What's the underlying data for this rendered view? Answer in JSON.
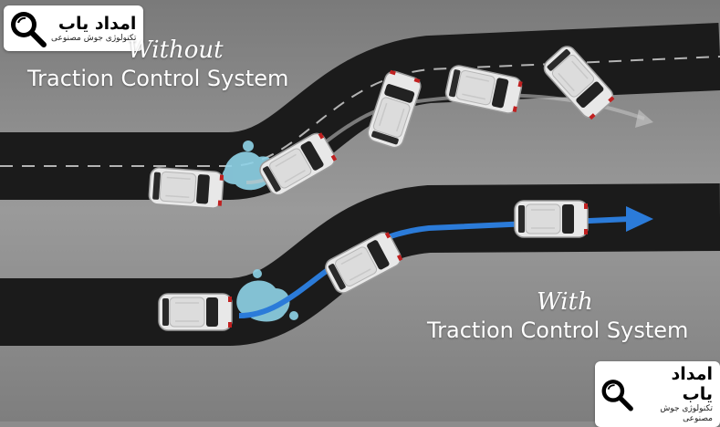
{
  "labels": {
    "without_prefix": "Without",
    "without_main": "Traction Control System",
    "with_prefix": "With",
    "with_main": "Traction Control System"
  },
  "logo": {
    "name": "امداد یاب",
    "tagline": "تکنولوژی جوش مصنوعی"
  },
  "colors": {
    "background": "#8c8c8c",
    "road": "#1b1b1b",
    "lane_line": "#d9d9d9",
    "path_arrow": "#2b7bd9",
    "puddle": "#8fd3e8",
    "car_body": "#e8e8e8"
  }
}
